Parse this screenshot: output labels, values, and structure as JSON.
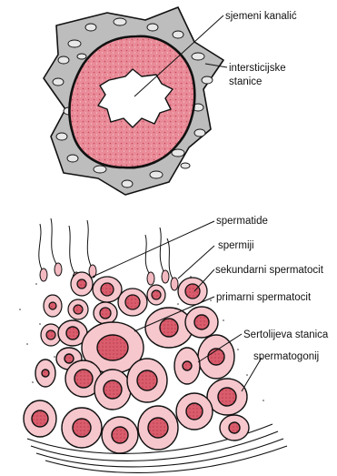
{
  "labels": {
    "sjemeni_kanalic": "sjemeni kanalić",
    "intersticijske_1": "intersticijske",
    "intersticijske_2": "stanice",
    "spermatide": "spermatide",
    "spermiji": "spermiji",
    "sekundarni": "sekundarni spermatocit",
    "primarni": "primarni spermatocit",
    "sertolijeva": "Sertolijeva stanica",
    "spermatogonij": "spermatogonij"
  },
  "colors": {
    "outline": "#111111",
    "interstitium": "#bdbdbd",
    "epithelium": "#e98b98",
    "cell_fill": "#f6c7cd",
    "nucleus": "#d95c6c",
    "nucleus_dark": "#b83a4c"
  }
}
